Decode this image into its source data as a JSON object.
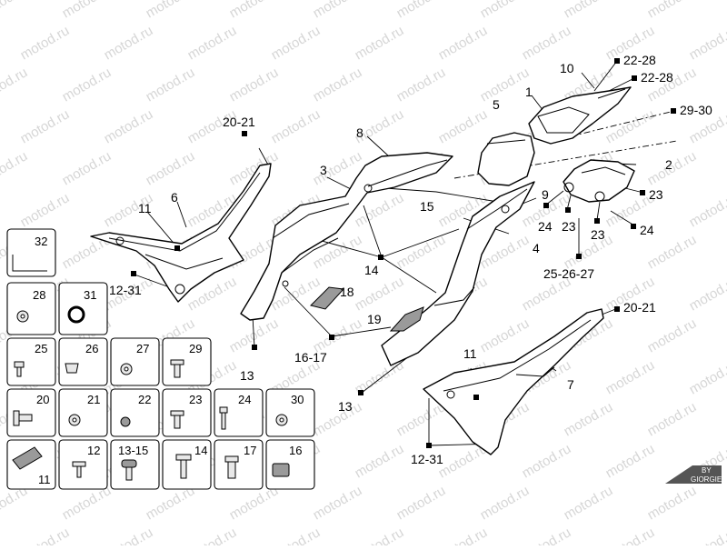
{
  "watermark": "motod.ru",
  "logo": {
    "line1": "BY",
    "line2": "GIORGIE"
  },
  "callouts": {
    "c1": "1",
    "c2": "2",
    "c3": "3",
    "c4": "4",
    "c5": "5",
    "c6": "6",
    "c7": "7",
    "c8": "8",
    "c9": "9",
    "c10": "10",
    "c11a": "11",
    "c11b": "11",
    "c13a": "13",
    "c13b": "13",
    "c14": "14",
    "c15": "15",
    "c16_17": "16-17",
    "c18": "18",
    "c19": "19",
    "c20_21a": "20-21",
    "c20_21b": "20-21",
    "c22_28a": "22-28",
    "c22_28b": "22-28",
    "c23a": "23",
    "c23b": "23",
    "c23c": "23",
    "c24a": "24",
    "c24b": "24",
    "c25_26_27": "25-26-27",
    "c29_30": "29-30",
    "c12_31a": "12-31",
    "c12_31b": "12-31"
  },
  "hardware_boxes": [
    {
      "id": "32",
      "label": "32"
    },
    {
      "id": "28",
      "label": "28"
    },
    {
      "id": "31",
      "label": "31"
    },
    {
      "id": "25",
      "label": "25"
    },
    {
      "id": "26",
      "label": "26"
    },
    {
      "id": "27",
      "label": "27"
    },
    {
      "id": "29",
      "label": "29"
    },
    {
      "id": "20",
      "label": "20"
    },
    {
      "id": "21",
      "label": "21"
    },
    {
      "id": "22",
      "label": "22"
    },
    {
      "id": "23",
      "label": "23"
    },
    {
      "id": "24",
      "label": "24"
    },
    {
      "id": "30",
      "label": "30"
    },
    {
      "id": "11",
      "label": "11"
    },
    {
      "id": "12",
      "label": "12"
    },
    {
      "id": "13-15",
      "label": "13-15"
    },
    {
      "id": "14",
      "label": "14"
    },
    {
      "id": "17",
      "label": "17"
    },
    {
      "id": "16",
      "label": "16"
    }
  ]
}
